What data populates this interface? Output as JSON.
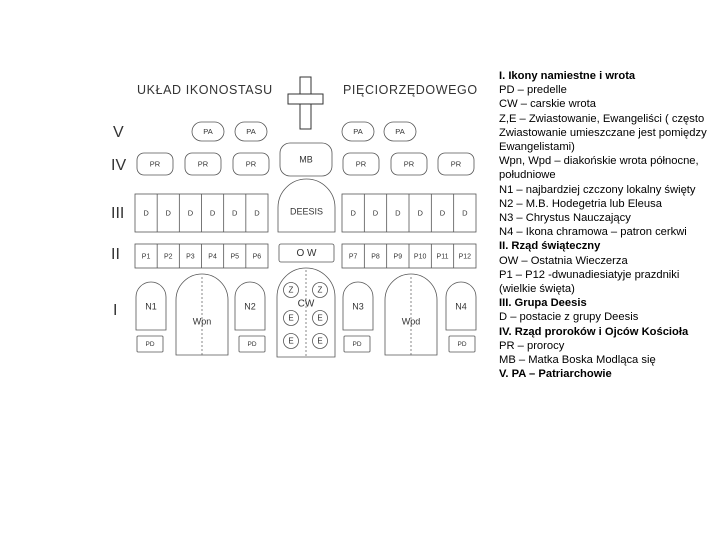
{
  "diagram": {
    "title_left": "UKŁAD IKONOSTASU",
    "title_right": "PIĘCIORZĘDOWEGO",
    "row_numerals": [
      "V",
      "IV",
      "III",
      "II",
      "I"
    ],
    "row5": {
      "left": [
        "PA",
        "PA"
      ],
      "right": [
        "PA",
        "PA"
      ]
    },
    "row4": {
      "left": [
        "PR",
        "PR",
        "PR"
      ],
      "center": "MB",
      "right": [
        "PR",
        "PR",
        "PR"
      ]
    },
    "row3": {
      "left": [
        "D",
        "D",
        "D",
        "D",
        "D",
        "D"
      ],
      "center": "DEESIS",
      "right": [
        "D",
        "D",
        "D",
        "D",
        "D",
        "D"
      ]
    },
    "row2": {
      "left": [
        "P1",
        "P2",
        "P3",
        "P4",
        "P5",
        "P6"
      ],
      "center": "O W",
      "right": [
        "P7",
        "P8",
        "P9",
        "P10",
        "P11",
        "P12"
      ]
    },
    "row1": {
      "n1": "N1",
      "wpn": "Wpn",
      "n2": "N2",
      "cw": "CW",
      "z": [
        "Z",
        "Z"
      ],
      "e": [
        "E",
        "E",
        "E",
        "E"
      ],
      "n3": "N3",
      "wpd": "Wpd",
      "n4": "N4"
    },
    "predella": [
      "PD",
      "PD",
      "PD",
      "PD"
    ]
  },
  "legend": [
    {
      "text": "I. Ikony namiestne i wrota",
      "bold": true
    },
    {
      "text": "PD – predelle",
      "bold": false
    },
    {
      "text": "CW – carskie wrota",
      "bold": false
    },
    {
      "text": "Z,E – Zwiastowanie, Ewangeliści ( często Zwiastowanie umieszczane jest pomiędzy Ewangelistami)",
      "bold": false
    },
    {
      "text": "Wpn, Wpd – diakońskie wrota północne, południowe",
      "bold": false
    },
    {
      "text": "N1 – najbardziej czczony lokalny święty",
      "bold": false
    },
    {
      "text": "N2 – M.B. Hodegetria lub Eleusa",
      "bold": false
    },
    {
      "text": "N3 – Chrystus Nauczający",
      "bold": false
    },
    {
      "text": "N4 – Ikona chramowa – patron cerkwi",
      "bold": false
    },
    {
      "text": "II. Rząd świąteczny",
      "bold": true
    },
    {
      "text": "OW – Ostatnia Wieczerza",
      "bold": false
    },
    {
      "text": "P1 – P12 -dwunadiesiatyje prazdniki (wielkie święta)",
      "bold": false
    },
    {
      "text": "III. Grupa Deesis",
      "bold": true
    },
    {
      "text": "D – postacie z grupy Deesis",
      "bold": false
    },
    {
      "text": "IV. Rząd proroków i Ojców Kościoła",
      "bold": true
    },
    {
      "text": "PR – prorocy",
      "bold": false
    },
    {
      "text": "MB – Matka Boska Modląca się",
      "bold": false
    },
    {
      "text": "V. PA – Patriarchowie",
      "bold": true
    }
  ]
}
